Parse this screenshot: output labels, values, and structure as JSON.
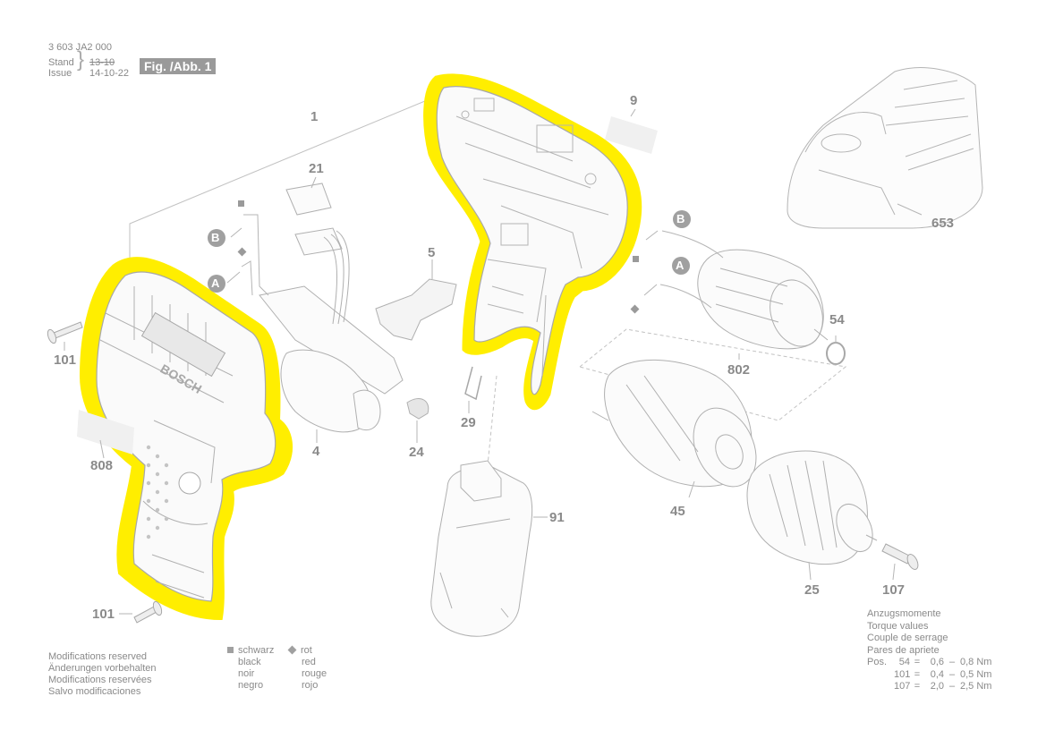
{
  "header": {
    "doc_number": "3 603 JA2 000",
    "stand_label": "Stand",
    "issue_label": "Issue",
    "stand_value": "13-10",
    "issue_value": "14-10-22",
    "fig_label": "Fig. /Abb. 1"
  },
  "callouts": {
    "p1": "1",
    "p4": "4",
    "p5": "5",
    "p9": "9",
    "p21": "21",
    "p24": "24",
    "p25": "25",
    "p29": "29",
    "p45": "45",
    "p54": "54",
    "p91": "91",
    "p101a": "101",
    "p101b": "101",
    "p107": "107",
    "p653": "653",
    "p802": "802",
    "p808": "808"
  },
  "connectors": {
    "a": "A",
    "b": "B"
  },
  "logo_text": "BOSCH",
  "modifications": [
    "Modifications reserved",
    "Änderungen vorbehalten",
    "Modifications reservées",
    "Salvo modificaciones"
  ],
  "legend": {
    "square_label": "schwarz",
    "square_translations": [
      "black",
      "noir",
      "negro"
    ],
    "diamond_label": "rot",
    "diamond_translations": [
      "red",
      "rouge",
      "rojo"
    ]
  },
  "torque": {
    "titles": [
      "Anzugsmomente",
      "Torque values",
      "Couple de serrage",
      "Pares de apriete"
    ],
    "pos_label": "Pos.",
    "rows": [
      {
        "pos": "54",
        "eq": "=",
        "min": "0,6",
        "dash": "–",
        "max": "0,8 Nm"
      },
      {
        "pos": "101",
        "eq": "=",
        "min": "0,4",
        "dash": "–",
        "max": "0,5 Nm"
      },
      {
        "pos": "107",
        "eq": "=",
        "min": "2,0",
        "dash": "–",
        "max": "2,5 Nm"
      }
    ]
  },
  "colors": {
    "highlight": "#ffee00",
    "line": "#b5b5b5",
    "text": "#8a8a8a",
    "badge": "#a0a0a0"
  }
}
